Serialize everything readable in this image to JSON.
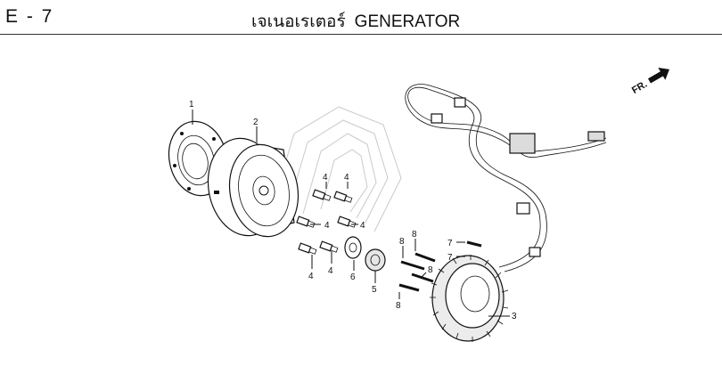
{
  "header": {
    "section_code": "E - 7",
    "title_thai": "เจเนอเรเตอร์",
    "title_en": "GENERATOR"
  },
  "front_indicator": "FR.",
  "callouts": [
    {
      "id": "1"
    },
    {
      "id": "2"
    },
    {
      "id": "3"
    },
    {
      "id": "4"
    },
    {
      "id": "5"
    },
    {
      "id": "6"
    },
    {
      "id": "7"
    },
    {
      "id": "8"
    }
  ]
}
